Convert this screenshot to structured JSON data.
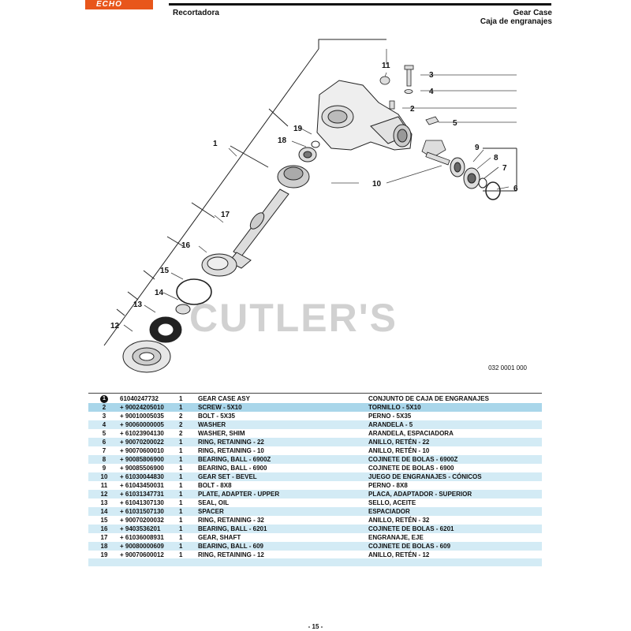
{
  "header": {
    "brand": "ECHO",
    "model": "Recortadora",
    "title_en": "Gear Case",
    "title_es": "Caja de engranajes"
  },
  "diagram": {
    "callouts": [
      "1",
      "2",
      "3",
      "4",
      "5",
      "6",
      "7",
      "8",
      "9",
      "10",
      "11",
      "12",
      "13",
      "14",
      "15",
      "16",
      "17",
      "18",
      "19"
    ],
    "watermark": "CUTLER'S",
    "drawing_code": "032 0001 000"
  },
  "parts": [
    {
      "ref": "1",
      "part": "61040247732",
      "qty": "1",
      "en": "GEAR CASE ASY",
      "es": "CONJUNTO DE CAJA DE ENGRANAJES"
    },
    {
      "ref": "2",
      "part": "+ 90024205010",
      "qty": "1",
      "en": "SCREW - 5X10",
      "es": "TORNILLO - 5X10"
    },
    {
      "ref": "3",
      "part": "+ 90010005035",
      "qty": "2",
      "en": "BOLT - 5X35",
      "es": "PERNO - 5X35"
    },
    {
      "ref": "4",
      "part": "+ 90060000005",
      "qty": "2",
      "en": "WASHER",
      "es": "ARANDELA - 5"
    },
    {
      "ref": "5",
      "part": "+ 61023904130",
      "qty": "2",
      "en": "WASHER, SHIM",
      "es": "ARANDELA, ESPACIADORA"
    },
    {
      "ref": "6",
      "part": "+ 90070200022",
      "qty": "1",
      "en": "RING, RETAINING - 22",
      "es": "ANILLO, RETÉN - 22"
    },
    {
      "ref": "7",
      "part": "+ 90070600010",
      "qty": "1",
      "en": "RING, RETAINING - 10",
      "es": "ANILLO, RETÉN - 10"
    },
    {
      "ref": "8",
      "part": "+ 90085806900",
      "qty": "1",
      "en": "BEARING, BALL - 6900Z",
      "es": "COJINETE DE BOLAS - 6900Z"
    },
    {
      "ref": "9",
      "part": "+ 90085506900",
      "qty": "1",
      "en": "BEARING, BALL - 6900",
      "es": "COJINETE DE BOLAS - 6900"
    },
    {
      "ref": "10",
      "part": "+ 61030044830",
      "qty": "1",
      "en": "GEAR SET - BEVEL",
      "es": "JUEGO DE ENGRANAJES - CÓNICOS"
    },
    {
      "ref": "11",
      "part": "+ 61043450031",
      "qty": "1",
      "en": "BOLT - 8X8",
      "es": "PERNO - 8X8"
    },
    {
      "ref": "12",
      "part": "+ 61031347731",
      "qty": "1",
      "en": "PLATE, ADAPTER - UPPER",
      "es": "PLACA, ADAPTADOR - SUPERIOR"
    },
    {
      "ref": "13",
      "part": "+ 61041307130",
      "qty": "1",
      "en": "SEAL, OIL",
      "es": "SELLO, ACEITE"
    },
    {
      "ref": "14",
      "part": "+ 61031507130",
      "qty": "1",
      "en": "SPACER",
      "es": "ESPACIADOR"
    },
    {
      "ref": "15",
      "part": "+ 90070200032",
      "qty": "1",
      "en": "RING, RETAINING - 32",
      "es": "ANILLO, RETÉN - 32"
    },
    {
      "ref": "16",
      "part": "+ 9403536201",
      "qty": "1",
      "en": "BEARING, BALL - 6201",
      "es": "COJINETE DE BOLAS - 6201"
    },
    {
      "ref": "17",
      "part": "+ 61036008931",
      "qty": "1",
      "en": "GEAR, SHAFT",
      "es": "ENGRANAJE, EJE"
    },
    {
      "ref": "18",
      "part": "+ 90080000609",
      "qty": "1",
      "en": "BEARING, BALL - 609",
      "es": "COJINETE DE BOLAS - 609"
    },
    {
      "ref": "19",
      "part": "+ 90070600012",
      "qty": "1",
      "en": "RING, RETAINING - 12",
      "es": "ANILLO, RETÉN - 12"
    }
  ],
  "footer": {
    "page": "- 15 -"
  }
}
